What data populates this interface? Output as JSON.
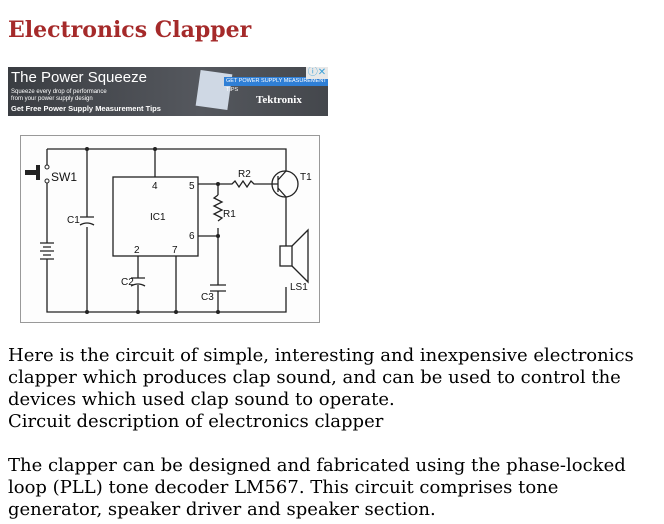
{
  "heading": "Electronics Clapper",
  "ad": {
    "title": "The Power Squeeze",
    "subtitle_1": "Squeeze every drop of performance",
    "subtitle_2": "from your power supply design",
    "cta_text": "Get Free Power Supply Measurement Tips",
    "button": "GET POWER SUPPLY MEASUREMENT TIPS",
    "brand": "Tektronix",
    "info_icon": "info-icon",
    "close_icon": "close-icon"
  },
  "circuit": {
    "sw": "SW1",
    "c1": "C1",
    "c2": "C2",
    "c3": "C3",
    "ic": "IC1",
    "r1": "R1",
    "r2": "R2",
    "t1": "T1",
    "ls": "LS1",
    "pin4": "4",
    "pin5": "5",
    "pin6": "6",
    "pin2": "2",
    "pin7": "7"
  },
  "body": {
    "p1": "Here is the circuit of simple, interesting and inexpensive electronics clapper which produces clap sound, and can be used to control the devices which used clap sound to operate.",
    "p2": "Circuit description of electronics clapper",
    "p3": "The clapper can be designed and fabricated using the phase-locked loop (PLL) tone decoder LM567. This circuit comprises tone generator, speaker driver and speaker section."
  }
}
